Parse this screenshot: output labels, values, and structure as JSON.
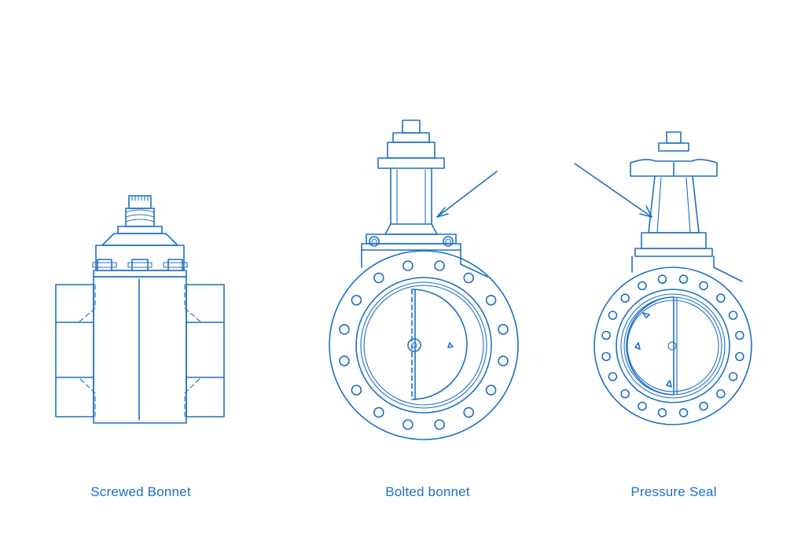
{
  "colors": {
    "line": "#1f6fc4",
    "caption": "#1f6fc4"
  },
  "figures": [
    {
      "id": "screwed",
      "caption": "Screwed Bonnet"
    },
    {
      "id": "bolted",
      "caption": "Bolted bonnet"
    },
    {
      "id": "pressure",
      "caption": "Pressure Seal"
    }
  ]
}
